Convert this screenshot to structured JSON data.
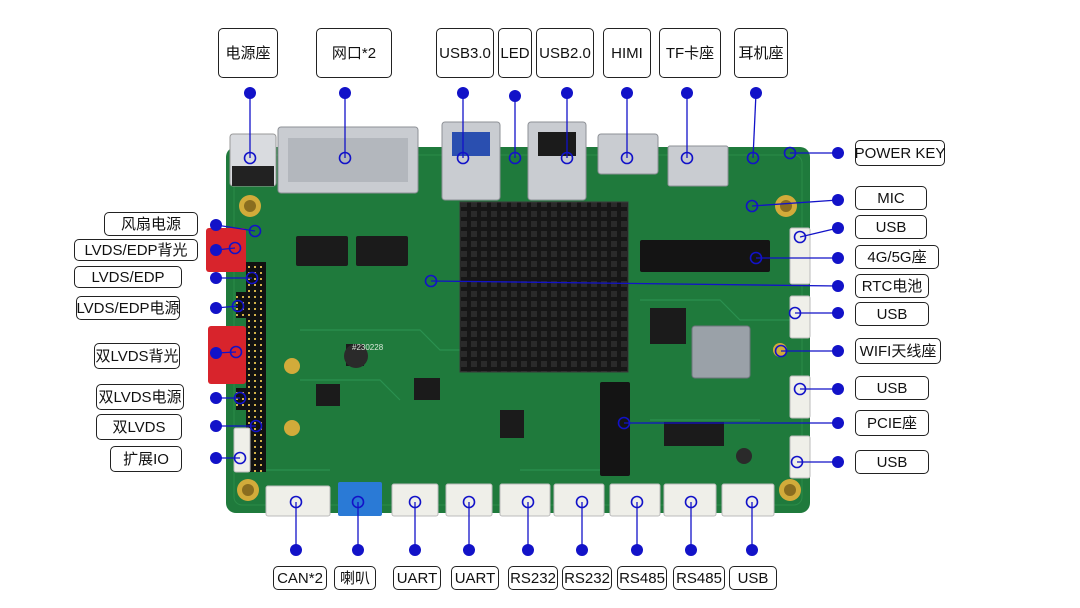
{
  "colors": {
    "pcb": "#1f7a3c",
    "pcb_dark": "#17602f",
    "heatsink": "#161616",
    "dot": "#1212c8",
    "line": "#1212c8",
    "connector_red": "#d8242c",
    "connector_white": "#efefe9",
    "connector_blue": "#2a7ad6",
    "metal": "#c9ccd1"
  },
  "labels": {
    "top": [
      {
        "id": "power-socket",
        "text": "电源座"
      },
      {
        "id": "ethernet-x2",
        "text": "网口*2"
      },
      {
        "id": "usb3",
        "text": "USB3.0"
      },
      {
        "id": "led",
        "text": "LED"
      },
      {
        "id": "usb2",
        "text": "USB2.0"
      },
      {
        "id": "himi",
        "text": "HIMI"
      },
      {
        "id": "tf-slot",
        "text": "TF卡座"
      },
      {
        "id": "earphone",
        "text": "耳机座"
      }
    ],
    "left": [
      {
        "id": "fan-power",
        "text": "风扇电源"
      },
      {
        "id": "lvds-edp-backlight",
        "text": "LVDS/EDP背光"
      },
      {
        "id": "lvds-edp",
        "text": "LVDS/EDP"
      },
      {
        "id": "lvds-edp-power",
        "text": "LVDS/EDP电源"
      },
      {
        "id": "dual-lvds-backlight",
        "text": "双LVDS背光"
      },
      {
        "id": "dual-lvds-power",
        "text": "双LVDS电源"
      },
      {
        "id": "dual-lvds",
        "text": "双LVDS"
      },
      {
        "id": "expansion-io",
        "text": "扩展IO"
      }
    ],
    "right": [
      {
        "id": "power-key",
        "text": "POWER KEY"
      },
      {
        "id": "mic",
        "text": "MIC"
      },
      {
        "id": "usb-r1",
        "text": "USB"
      },
      {
        "id": "4g5g",
        "text": "4G/5G座"
      },
      {
        "id": "rtc-battery",
        "text": "RTC电池"
      },
      {
        "id": "usb-r2",
        "text": "USB"
      },
      {
        "id": "wifi-antenna",
        "text": "WIFI天线座"
      },
      {
        "id": "usb-r3",
        "text": "USB"
      },
      {
        "id": "pcie",
        "text": "PCIE座"
      },
      {
        "id": "usb-r4",
        "text": "USB"
      }
    ],
    "bottom": [
      {
        "id": "can-x2",
        "text": "CAN*2"
      },
      {
        "id": "speaker",
        "text": "喇叭"
      },
      {
        "id": "uart-1",
        "text": "UART"
      },
      {
        "id": "uart-2",
        "text": "UART"
      },
      {
        "id": "rs232-1",
        "text": "RS232"
      },
      {
        "id": "rs232-2",
        "text": "RS232"
      },
      {
        "id": "rs485-1",
        "text": "RS485"
      },
      {
        "id": "rs485-2",
        "text": "RS485"
      },
      {
        "id": "usb-b",
        "text": "USB"
      }
    ]
  },
  "board_marking": "#230228"
}
